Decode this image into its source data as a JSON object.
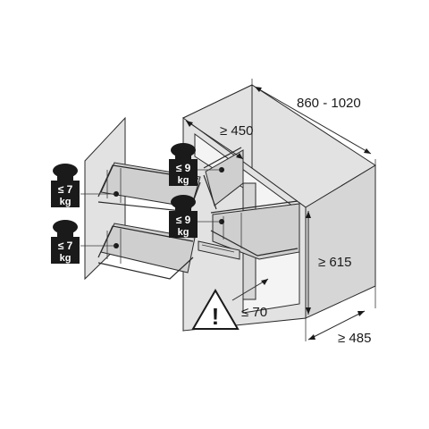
{
  "dimensions": {
    "width_range": "860 - 1020",
    "depth_min": "≥ 450",
    "height_min": "≥ 615",
    "depth_right": "≥ 485",
    "clearance": "≤ 70"
  },
  "weights": {
    "top_left": {
      "value": "≤ 7",
      "unit": "kg"
    },
    "bottom_left": {
      "value": "≤ 7",
      "unit": "kg"
    },
    "top_right": {
      "value": "≤ 9",
      "unit": "kg"
    },
    "bottom_right": {
      "value": "≤ 9",
      "unit": "kg"
    }
  },
  "warning": {
    "icon": "exclamation-triangle-icon",
    "symbol": "!"
  },
  "colors": {
    "ink": "#1a1a1a",
    "panel": "#d0d0d0",
    "background": "#ffffff"
  }
}
